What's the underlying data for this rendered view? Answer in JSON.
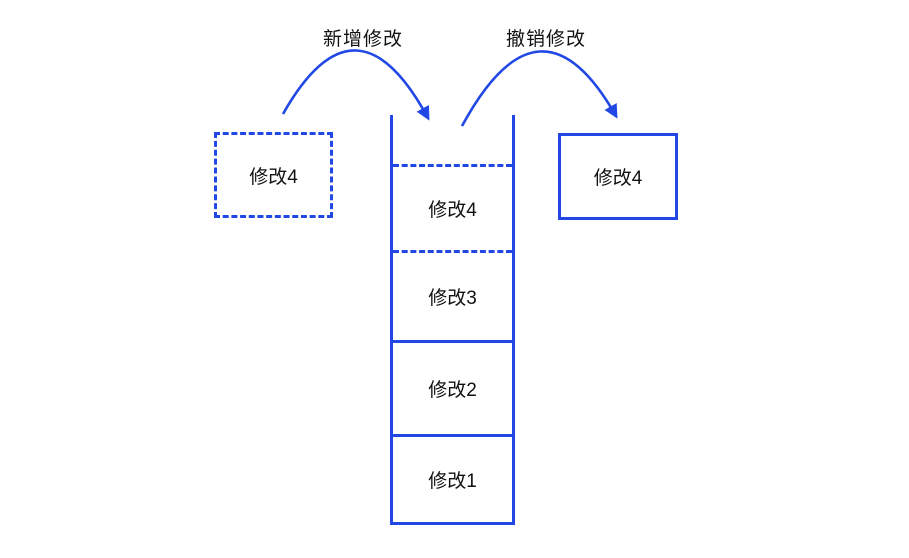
{
  "canvas": {
    "background": "#ffffff",
    "accent": "#2148e5",
    "text_color": "#111111"
  },
  "arrows": [
    {
      "label": "新增修改"
    },
    {
      "label": "撤销修改"
    }
  ],
  "pending_box": {
    "label": "修改4",
    "border_style": "dashed"
  },
  "popped_box": {
    "label": "修改4",
    "border_style": "solid"
  },
  "stack": {
    "items": [
      {
        "label": "修改4",
        "divider": "dashed"
      },
      {
        "label": "修改3",
        "divider": "dashed"
      },
      {
        "label": "修改2",
        "divider": "solid"
      },
      {
        "label": "修改1",
        "divider": "solid"
      }
    ]
  }
}
